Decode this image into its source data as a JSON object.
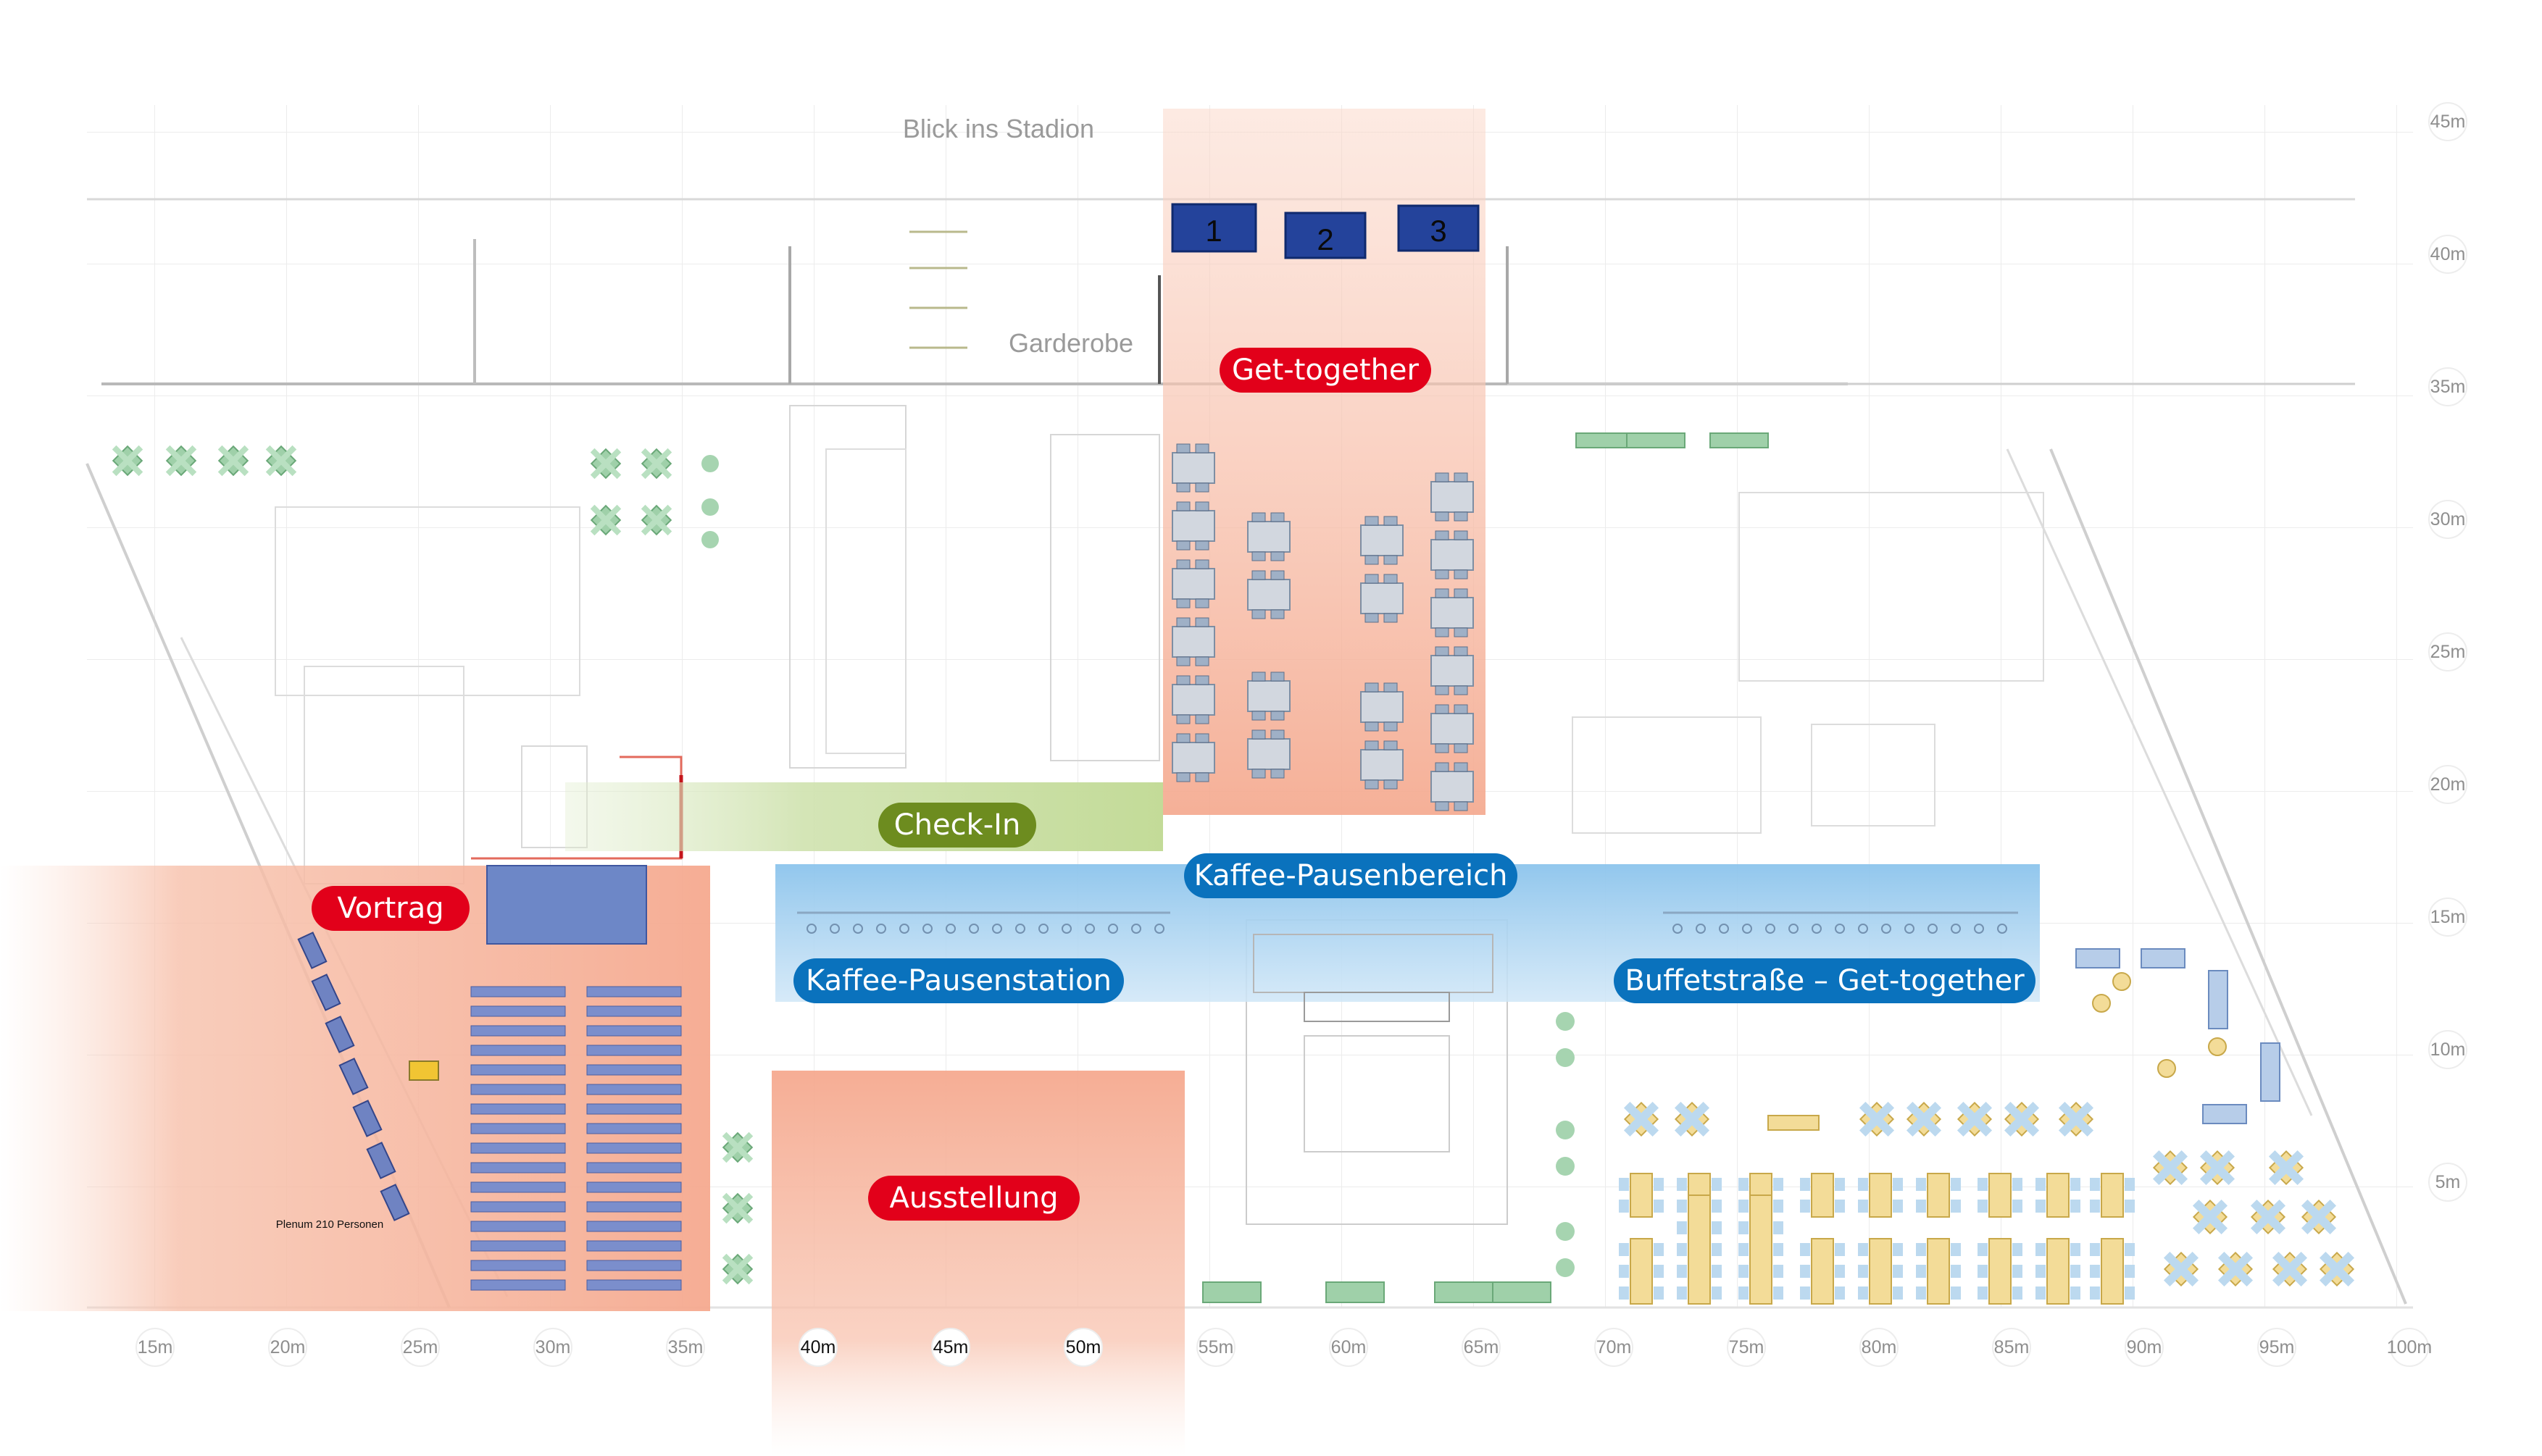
{
  "title": "Blick ins Stadion",
  "rooms": {
    "garderobe": "Garderobe",
    "plenum": "Plenum 210 Personen"
  },
  "stages": [
    "1",
    "2",
    "3"
  ],
  "zones": {
    "get_together": "Get-together",
    "check_in": "Check-In",
    "kaffee_pausenbereich": "Kaffee-Pausenbereich",
    "vortrag": "Vortrag",
    "kaffee_pausenstation": "Kaffee-Pausenstation",
    "buffetstrasse": "Buffetstraße – Get-together",
    "ausstellung": "Ausstellung"
  },
  "x_axis": {
    "ticks": [
      "15m",
      "20m",
      "25m",
      "30m",
      "35m",
      "40m",
      "45m",
      "50m",
      "55m",
      "60m",
      "65m",
      "70m",
      "75m",
      "80m",
      "85m",
      "90m",
      "95m",
      "100m"
    ],
    "highlighted": [
      "40m",
      "45m",
      "50m"
    ]
  },
  "y_axis": {
    "ticks": [
      "45m",
      "40m",
      "35m",
      "30m",
      "25m",
      "20m",
      "15m",
      "10m",
      "5m"
    ]
  },
  "colors": {
    "red_label": "#e2001a",
    "blue_label": "#0a72bd",
    "green_label": "#6d8c1f",
    "stage_blue": "#24439b",
    "area_salmon": "#f6b7a0",
    "area_blue": "#9fcdee",
    "area_green": "#c7dca0"
  }
}
